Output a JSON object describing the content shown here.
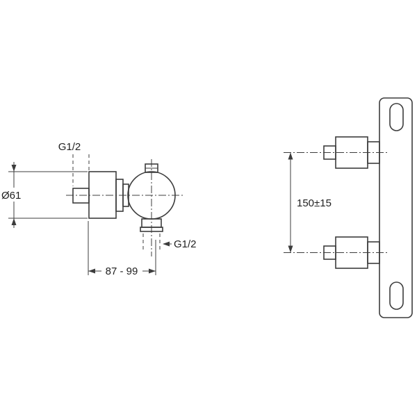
{
  "drawing": {
    "background": "#ffffff",
    "line_color": "#3c3c3c",
    "side_view": {
      "inlet_thread_label": "G1/2",
      "diameter_label": "Ø61",
      "outlet_thread_label": "G1/2",
      "depth_range_label": "87 - 99"
    },
    "front_view": {
      "center_distance_label": "150±15"
    }
  }
}
